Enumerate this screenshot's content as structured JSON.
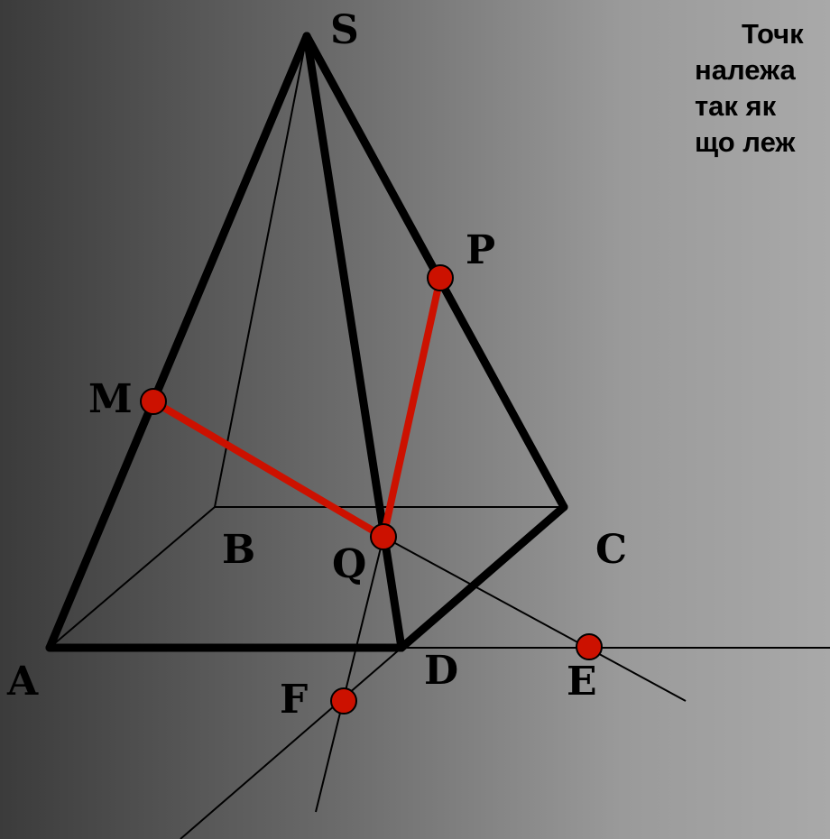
{
  "caption": {
    "lines": [
      "Точк",
      "належа",
      "так як",
      "що леж"
    ]
  },
  "points": {
    "S": "S",
    "P": "P",
    "M": "M",
    "B": "B",
    "Q": "Q",
    "C": "C",
    "A": "A",
    "D": "D",
    "E": "E",
    "F": "F"
  },
  "colors": {
    "edge": "#000000",
    "section": "#cc1100",
    "marker": "#cc1100"
  }
}
